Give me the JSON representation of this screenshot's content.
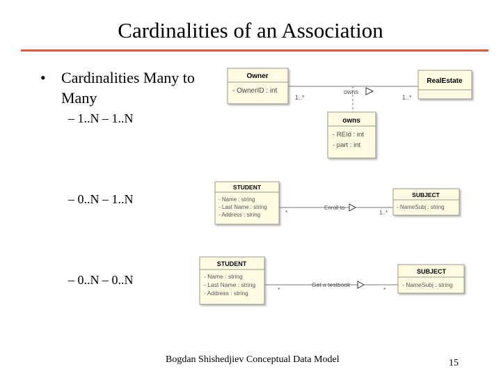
{
  "title": "Cardinalities of an Association",
  "bullet": "Cardinalities Many to Many",
  "cases": [
    {
      "label": "– 1..N – 1..N",
      "left_class": {
        "name": "Owner",
        "attrs": [
          "- OwnerID : int"
        ]
      },
      "right_class": {
        "name": "RealEstate",
        "attrs": []
      },
      "association": "owns",
      "left_mult": "1..*",
      "right_mult": "1..*",
      "association_class": {
        "name": "owns",
        "attrs": [
          "- REId : int",
          "- part : int"
        ]
      }
    },
    {
      "label": "– 0..N – 1..N",
      "left_class": {
        "name": "STUDENT",
        "attrs": [
          "- Name : string",
          "- Last Name : string",
          "- Address : string"
        ]
      },
      "right_class": {
        "name": "SUBJECT",
        "attrs": [
          "- NameSubj : string"
        ]
      },
      "association": "Enroll to",
      "left_mult": "*",
      "right_mult": "1..*"
    },
    {
      "label": "– 0..N – 0..N",
      "left_class": {
        "name": "STUDENT",
        "attrs": [
          "- Name : string",
          "- Last Name : string",
          "- Address : string"
        ]
      },
      "right_class": {
        "name": "SUBJECT",
        "attrs": [
          "- NameSubj : string"
        ]
      },
      "association": "Get a testbook",
      "left_mult": "*",
      "right_mult": "*"
    }
  ],
  "footer": "Bogdan Shishedjiev Conceptual Data Model",
  "page_number": "15",
  "colors": {
    "accent_rule": "#e05a3a",
    "class_fill": "#fffbe3",
    "class_border": "#9a9a8a"
  }
}
